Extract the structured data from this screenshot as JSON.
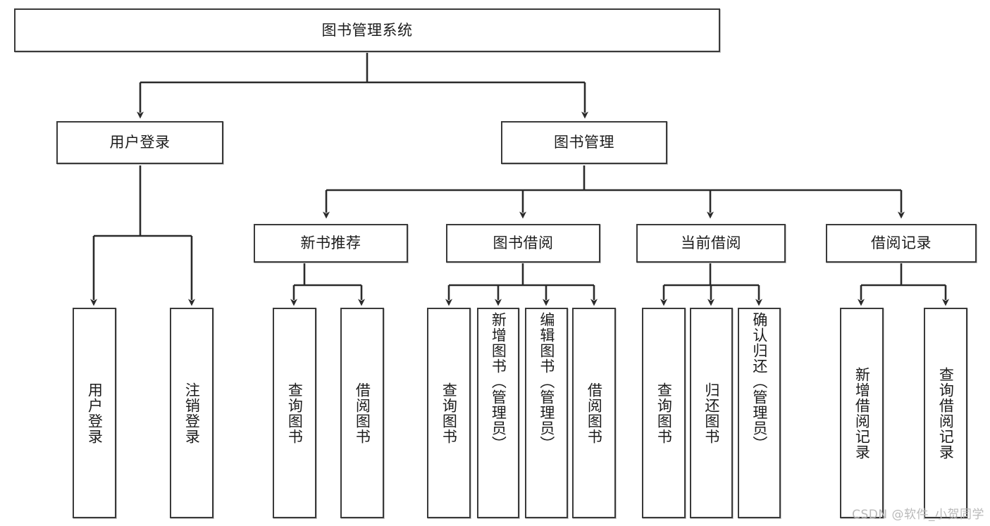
{
  "diagram": {
    "type": "tree-hierarchy",
    "title": "图书管理系统",
    "watermark": "CSDN @软件_小贺同学",
    "colors": {
      "box_border": "#3a3a3a",
      "box_fill": "#ffffff",
      "connector": "#2b2b2b",
      "text": "#1c1c1c",
      "watermark": "#b9b9b9"
    },
    "nodes": {
      "root": {
        "label": "图书管理系统"
      },
      "level2": [
        {
          "id": "user-login",
          "label": "用户登录"
        },
        {
          "id": "book-manage",
          "label": "图书管理"
        }
      ],
      "level3": [
        {
          "id": "new-book-recommend",
          "label": "新书推荐"
        },
        {
          "id": "book-borrow",
          "label": "图书借阅"
        },
        {
          "id": "current-borrow",
          "label": "当前借阅"
        },
        {
          "id": "borrow-record",
          "label": "借阅记录"
        }
      ],
      "leaves": {
        "user_login": [
          {
            "id": "leaf-user-login",
            "label": "用户登录"
          },
          {
            "id": "leaf-logout",
            "label": "注销登录"
          }
        ],
        "new_book_recommend": [
          {
            "id": "leaf-query-book-1",
            "label": "查询图书"
          },
          {
            "id": "leaf-borrow-book-1",
            "label": "借阅图书"
          }
        ],
        "book_borrow": [
          {
            "id": "leaf-query-book-2",
            "label": "查询图书"
          },
          {
            "id": "leaf-add-book",
            "label": "新增图书（管理员）"
          },
          {
            "id": "leaf-edit-book",
            "label": "编辑图书（管理员）"
          },
          {
            "id": "leaf-borrow-book-2",
            "label": "借阅图书"
          }
        ],
        "current_borrow": [
          {
            "id": "leaf-query-book-3",
            "label": "查询图书"
          },
          {
            "id": "leaf-return-book",
            "label": "归还图书"
          },
          {
            "id": "leaf-confirm-return",
            "label": "确认归还（管理员）"
          }
        ],
        "borrow_record": [
          {
            "id": "leaf-add-record",
            "label": "新增借阅记录"
          },
          {
            "id": "leaf-query-record",
            "label": "查询借阅记录"
          }
        ]
      }
    }
  }
}
